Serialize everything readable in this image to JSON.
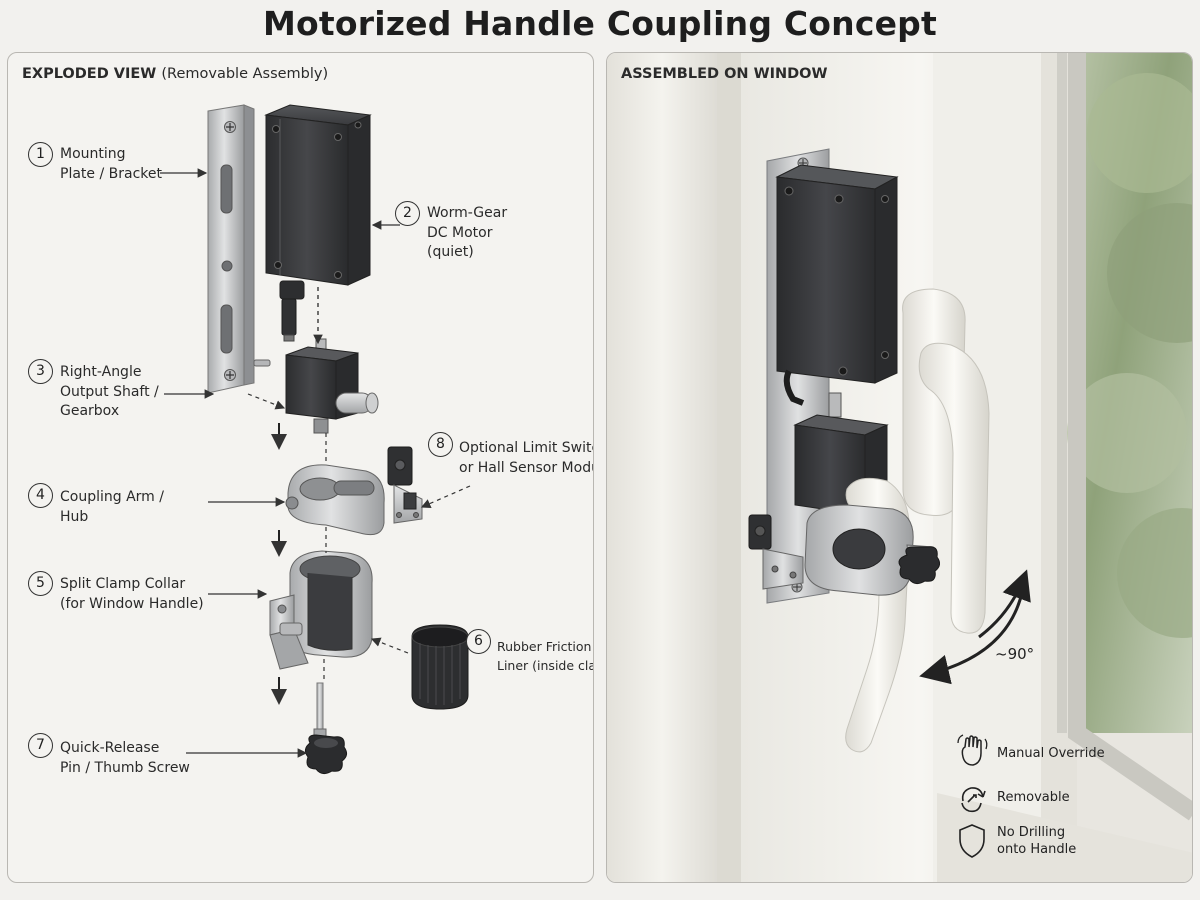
{
  "title": "Motorized Handle Coupling Concept",
  "exploded_view": {
    "heading": "EXPLODED VIEW",
    "heading_sub": "(Removable Assembly)",
    "parts": [
      {
        "number": "1",
        "lines": [
          "Mounting",
          "Plate / Bracket"
        ]
      },
      {
        "number": "2",
        "lines": [
          "Worm-Gear",
          "DC Motor",
          "(quiet)"
        ]
      },
      {
        "number": "3",
        "lines": [
          "Right-Angle",
          "Output Shaft /",
          "Gearbox"
        ]
      },
      {
        "number": "4",
        "lines": [
          "Coupling Arm /",
          "Hub"
        ]
      },
      {
        "number": "5",
        "lines": [
          "Split Clamp Collar",
          "(for Window Handle)"
        ]
      },
      {
        "number": "6",
        "lines": [
          "Rubber Friction",
          "Liner (inside clamp)"
        ]
      },
      {
        "number": "7",
        "lines": [
          "Quick-Release",
          "Pin / Thumb Screw"
        ]
      },
      {
        "number": "8",
        "lines": [
          "Optional Limit Switch",
          "or Hall Sensor Module"
        ]
      }
    ]
  },
  "assembled_view": {
    "heading": "ASSEMBLED ON WINDOW",
    "rotation_label": "~90°",
    "features": [
      {
        "icon": "hand-icon",
        "lines": [
          "Manual Override"
        ]
      },
      {
        "icon": "removable-icon",
        "lines": [
          "Removable"
        ]
      },
      {
        "icon": "shield-icon",
        "lines": [
          "No Drilling",
          "onto Handle"
        ]
      }
    ]
  },
  "colors": {
    "background": "#f2f1ee",
    "motor": "#3a3b3d",
    "aluminum": "#c9cacb",
    "handle": "#f5f4ef",
    "frame": "#f1f0ea",
    "foliage": "#9fb08a"
  }
}
